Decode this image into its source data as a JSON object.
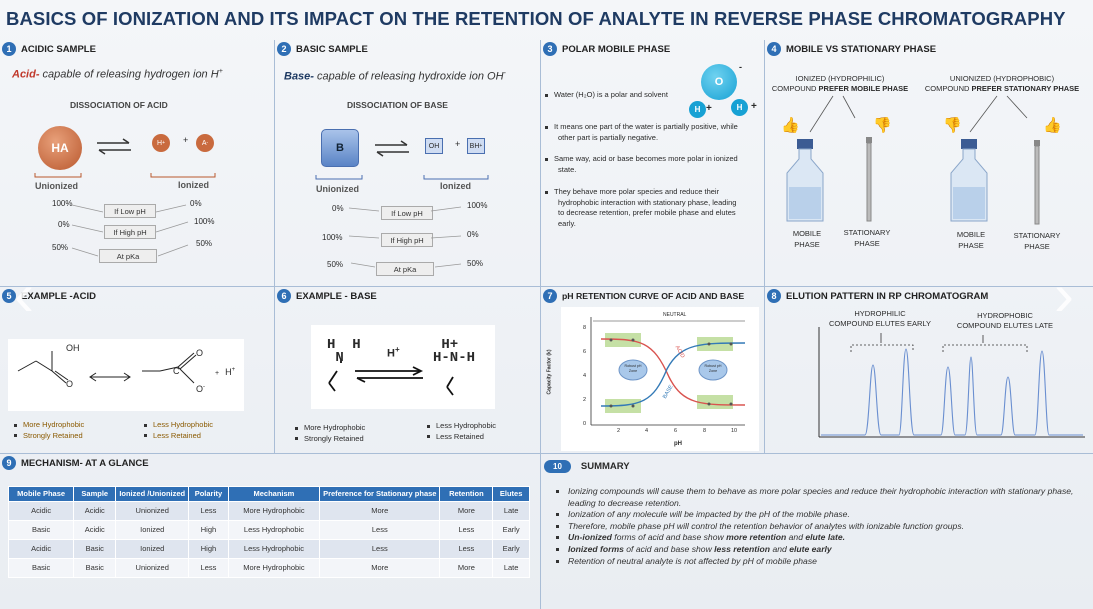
{
  "title": "BASICS OF IONIZATION AND ITS IMPACT ON THE RETENTION OF ANALYTE IN REVERSE PHASE CHROMATOGRAPHY",
  "p1": {
    "num": "1",
    "heading": "ACIDIC SAMPLE",
    "def_bold": "Acid-",
    "def_rest": " capable of releasing hydrogen ion H",
    "def_sup": "+",
    "diss": "DISSOCIATION  OF ACID",
    "ha": "HA",
    "h": "H",
    "hsup": "+",
    "a": "A",
    "asup": "-",
    "plus": "+",
    "unionized": "Unionized",
    "ionized": "Ionized",
    "rows": [
      {
        "l": "100%",
        "box": "If Low pH",
        "r": "0%"
      },
      {
        "l": "0%",
        "box": "If High pH",
        "r": "100%"
      },
      {
        "l": "50%",
        "box": "At pKa",
        "r": "50%"
      }
    ]
  },
  "p2": {
    "num": "2",
    "heading": "BASIC SAMPLE",
    "def_bold": "Base-",
    "def_rest": " capable of releasing hydroxide ion OH",
    "def_sup": "-",
    "diss": "DISSOCIATION  OF BASE",
    "b": "B",
    "oh": "OH",
    "bh": "BH",
    "bhsup": "+",
    "plus": "+",
    "unionized": "Unionized",
    "ionized": "Ionized",
    "rows": [
      {
        "l": "0%",
        "box": "If Low pH",
        "r": "100%"
      },
      {
        "l": "100%",
        "box": "If High pH",
        "r": "0%"
      },
      {
        "l": "50%",
        "box": "At pKa",
        "r": "50%"
      }
    ]
  },
  "p3": {
    "num": "3",
    "heading": "POLAR MOBILE PHASE",
    "o": "O",
    "osup": "-",
    "h": "H",
    "hsup": "+",
    "bullets": [
      "Water (H₂O) is a polar and solvent",
      "It means one part of the water is partially positive, while other part is partially negative.",
      "Same way, acid or base becomes more polar in ionized state.",
      "They behave more polar species and reduce their hydrophobic interaction with stationary phase, leading to decrease retention, prefer mobile phase and elutes early."
    ]
  },
  "p4": {
    "num": "4",
    "heading": "MOBILE VS STATIONARY PHASE",
    "left_title1": "IONIZED (HYDROPHILIC)",
    "left_title2a": "COMPOUND ",
    "left_title2b": "PREFER MOBILE PHASE",
    "right_title1": "UNIONIZED (HYDROPHOBIC)",
    "right_title2a": "COMPOUND ",
    "right_title2b": "PREFER STATIONARY PHASE",
    "mobile1": "MOBILE",
    "mobile2": "PHASE",
    "stat1": "STATIONARY",
    "stat2": "PHASE"
  },
  "p5": {
    "num": "5",
    "heading": "EXAMPLE -ACID",
    "oh": "OH",
    "o": "O",
    "c": "C",
    "ominus": "O",
    "ominussup": "-",
    "hplus": "H",
    "hplussup": "+",
    "left": [
      "More Hydrophobic",
      "Strongly Retained"
    ],
    "right": [
      "Less Hydrophobic",
      "Less Retained"
    ]
  },
  "p6": {
    "num": "6",
    "heading": "EXAMPLE - BASE",
    "hplus": "H",
    "hplussup": "+",
    "left": [
      "More Hydrophobic",
      "Strongly Retained"
    ],
    "right": [
      "Less Hydrophobic",
      "Less Retained"
    ]
  },
  "p7": {
    "num": "7",
    "heading": "pH RETENTION  CURVE OF ACID AND BASE",
    "neutral": "NEUTRAL",
    "acid": "ACID",
    "base": "BASE",
    "robust": "Robust pH Zone",
    "ylabel": "Capacity Factor (k)",
    "xlabel": "pH",
    "xticks": [
      "2",
      "4",
      "6",
      "8",
      "10"
    ],
    "yticks": [
      "0",
      "2",
      "4",
      "6",
      "8"
    ]
  },
  "p8": {
    "num": "8",
    "heading": "ELUTION PATTERN IN RP CHROMATOGRAM",
    "l1": "HYDROPHILIC",
    "l2": "COMPOUND ELUTES EARLY",
    "r1": "HYDROPHOBIC",
    "r2": "COMPOUND ELUTES LATE"
  },
  "p9": {
    "num": "9",
    "heading": "MECHANISM-  AT A GLANCE",
    "cols": [
      "Mobile Phase",
      "Sample",
      "Ionized /Unionized",
      "Polarity",
      "Mechanism",
      "Preference for Stationary phase",
      "Retention",
      "Elutes"
    ],
    "rows": [
      [
        "Acidic",
        "Acidic",
        "Unionized",
        "Less",
        "More Hydrophobic",
        "More",
        "More",
        "Late"
      ],
      [
        "Basic",
        "Acidic",
        "Ionized",
        "High",
        "Less Hydrophobic",
        "Less",
        "Less",
        "Early"
      ],
      [
        "Acidic",
        "Basic",
        "Ionized",
        "High",
        "Less Hydrophobic",
        "Less",
        "Less",
        "Early"
      ],
      [
        "Basic",
        "Basic",
        "Unionized",
        "Less",
        "More Hydrophobic",
        "More",
        "More",
        "Late"
      ]
    ]
  },
  "p10": {
    "num": "10",
    "heading": "SUMMARY",
    "s1": "Ionizing compounds will cause them to behave as more polar species and reduce their hydrophobic interaction with stationary phase, leading to decrease retention.",
    "s2": "Ionization of any molecule will be impacted by the pH of the mobile phase.",
    "s3": "Therefore, mobile phase pH will control the retention behavior of analytes with ionizable function groups.",
    "s4a": "Un-ionized",
    "s4b": " forms of acid and base show ",
    "s4c": "more retention",
    "s4d": " and ",
    "s4e": "elute late.",
    "s5a": "Ionized forms",
    "s5b": " of acid and base show ",
    "s5c": "less retention",
    "s5d": " and ",
    "s5e": "elute early",
    "s6": "Retention of neutral analyte is not affected by pH of mobile phase"
  },
  "colors": {
    "accent": "#2f6fb5",
    "title": "#1f3b63",
    "acid_red": "#c0392b"
  }
}
